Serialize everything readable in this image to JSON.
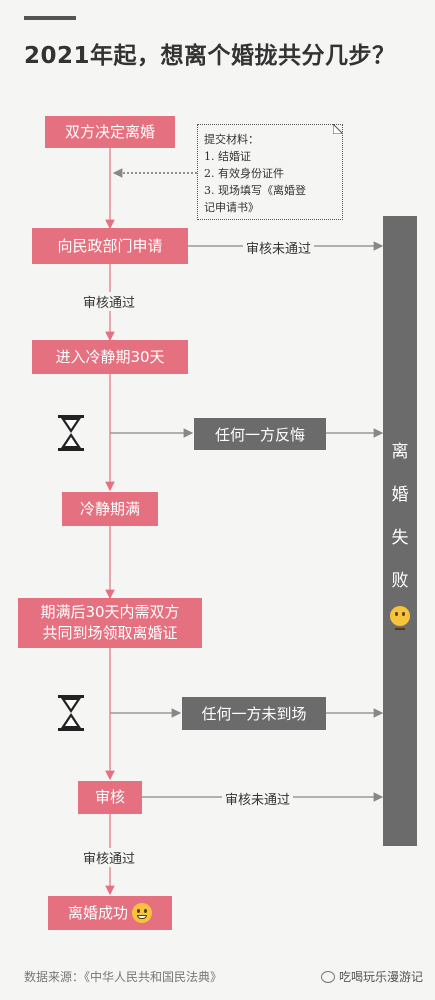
{
  "title": "2021年起，想离个婚拢共分几步？",
  "steps": {
    "decide": "双方决定离婚",
    "apply": "向民政部门申请",
    "cooling": "进入冷静期30天",
    "cooling_end": "冷静期满",
    "within_30_line1": "期满后30天内需双方",
    "within_30_line2": "共同到场领取离婚证",
    "review": "审核",
    "success": "离婚成功"
  },
  "labels": {
    "review_fail_1": "审核未通过",
    "review_pass_1": "审核通过",
    "regret": "任何一方反悔",
    "absent": "任何一方未到场",
    "review_fail_2": "审核未通过",
    "review_pass_2": "审核通过"
  },
  "note": {
    "title": "提交材料：",
    "item1": "1. 结婚证",
    "item2": "2. 有效身份证件",
    "item3a": "3. 现场填写《离婚登",
    "item3b": "记申请书》"
  },
  "fail": {
    "c1": "离",
    "c2": "婚",
    "c3": "失",
    "c4": "败"
  },
  "footer": {
    "source": "数据来源：《中华人民共和国民法典》",
    "brand": "吃喝玩乐漫游记"
  },
  "colors": {
    "pink": "#e5707f",
    "gray": "#6b6b6b",
    "line": "#888888"
  }
}
